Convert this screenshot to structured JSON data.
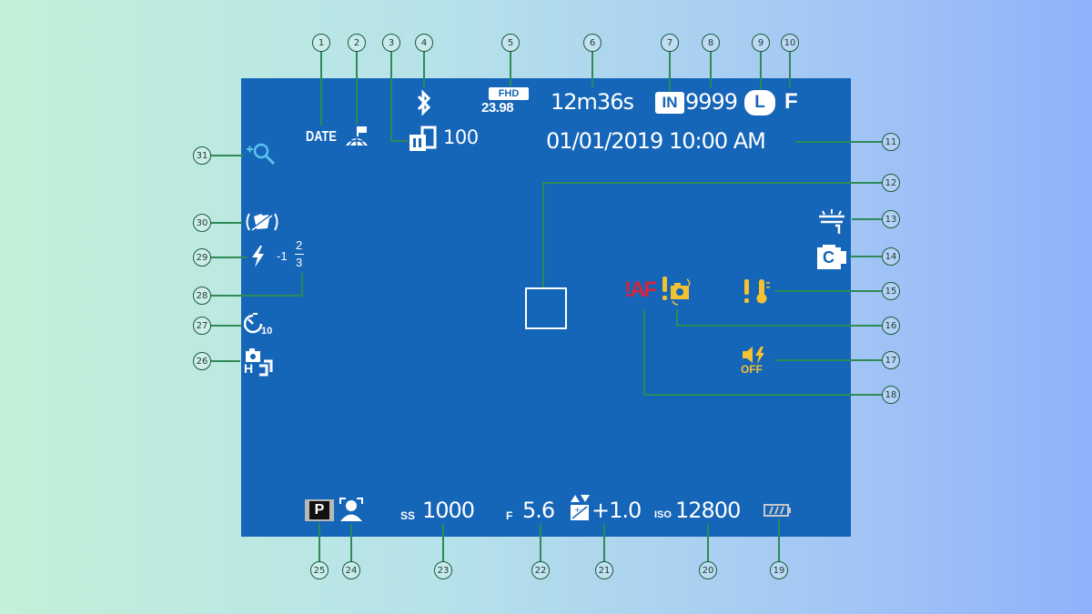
{
  "screen": {
    "background": "#1565b8",
    "leader_color": "#2e8a56"
  },
  "top": {
    "date_label": "DATE",
    "video_mode": {
      "format": "FHD",
      "framerate": "23.98"
    },
    "recording_time": "12m36s",
    "memory_label": "IN",
    "frames_remaining": "9999",
    "image_size": "L",
    "image_quality": "F",
    "frame_count": "100",
    "datetime": "01/01/2019 10:00 AM"
  },
  "left": {
    "flash_comp": "-1",
    "flash_frac_num": "2",
    "flash_frac_den": "3",
    "timer_value": "10",
    "drive_label": "H"
  },
  "right": {
    "film_sim_label": "C",
    "af_warning": "!AF",
    "sound_off_label": "OFF"
  },
  "bottom": {
    "shooting_mode": "P",
    "shutter_prefix": "SS",
    "shutter_speed": "1000",
    "aperture_prefix": "F",
    "aperture": "5.6",
    "exposure_comp": "+1.0",
    "iso_prefix": "ISO",
    "iso": "12800"
  },
  "callouts": [
    {
      "n": "1"
    },
    {
      "n": "2"
    },
    {
      "n": "3"
    },
    {
      "n": "4"
    },
    {
      "n": "5"
    },
    {
      "n": "6"
    },
    {
      "n": "7"
    },
    {
      "n": "8"
    },
    {
      "n": "9"
    },
    {
      "n": "10"
    },
    {
      "n": "11"
    },
    {
      "n": "12"
    },
    {
      "n": "13"
    },
    {
      "n": "14"
    },
    {
      "n": "15"
    },
    {
      "n": "16"
    },
    {
      "n": "17"
    },
    {
      "n": "18"
    },
    {
      "n": "19"
    },
    {
      "n": "20"
    },
    {
      "n": "21"
    },
    {
      "n": "22"
    },
    {
      "n": "23"
    },
    {
      "n": "24"
    },
    {
      "n": "25"
    },
    {
      "n": "26"
    },
    {
      "n": "27"
    },
    {
      "n": "28"
    },
    {
      "n": "29"
    },
    {
      "n": "30"
    },
    {
      "n": "31"
    }
  ],
  "icons": [
    "date-stamp",
    "location-globe-icon",
    "frame-counter-icon",
    "bluetooth-icon",
    "focus-frame",
    "temperature-warning-icon",
    "camera-shake-icon",
    "sound-flash-off-icon",
    "af-warning",
    "battery-icon",
    "exposure-comp-icon",
    "face-detect-icon",
    "drive-mode-icon",
    "self-timer-icon",
    "flash-icon",
    "image-stabilization-icon",
    "touch-zoom-icon",
    "film-simulation-icon",
    "white-balance-icon"
  ]
}
